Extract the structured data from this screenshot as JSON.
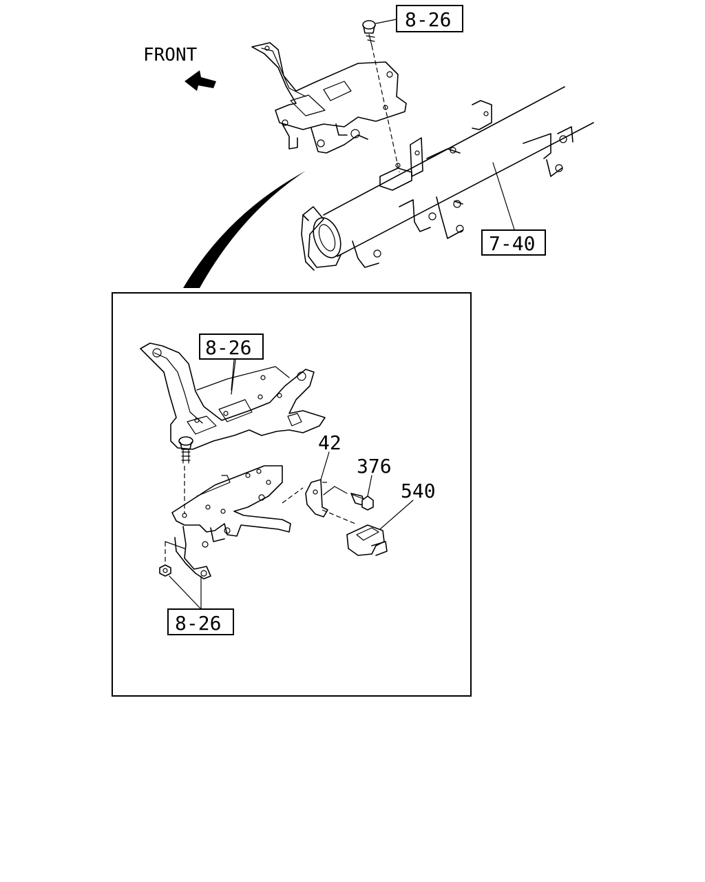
{
  "direction_label": "FRONT",
  "callouts": {
    "top_bolt_ref": "8-26",
    "crossmember_ref": "7-40",
    "detail_bracket_ref": "8-26",
    "detail_nut_ref": "8-26"
  },
  "part_numbers": {
    "bracket": "42",
    "bolt": "376",
    "module": "540"
  }
}
